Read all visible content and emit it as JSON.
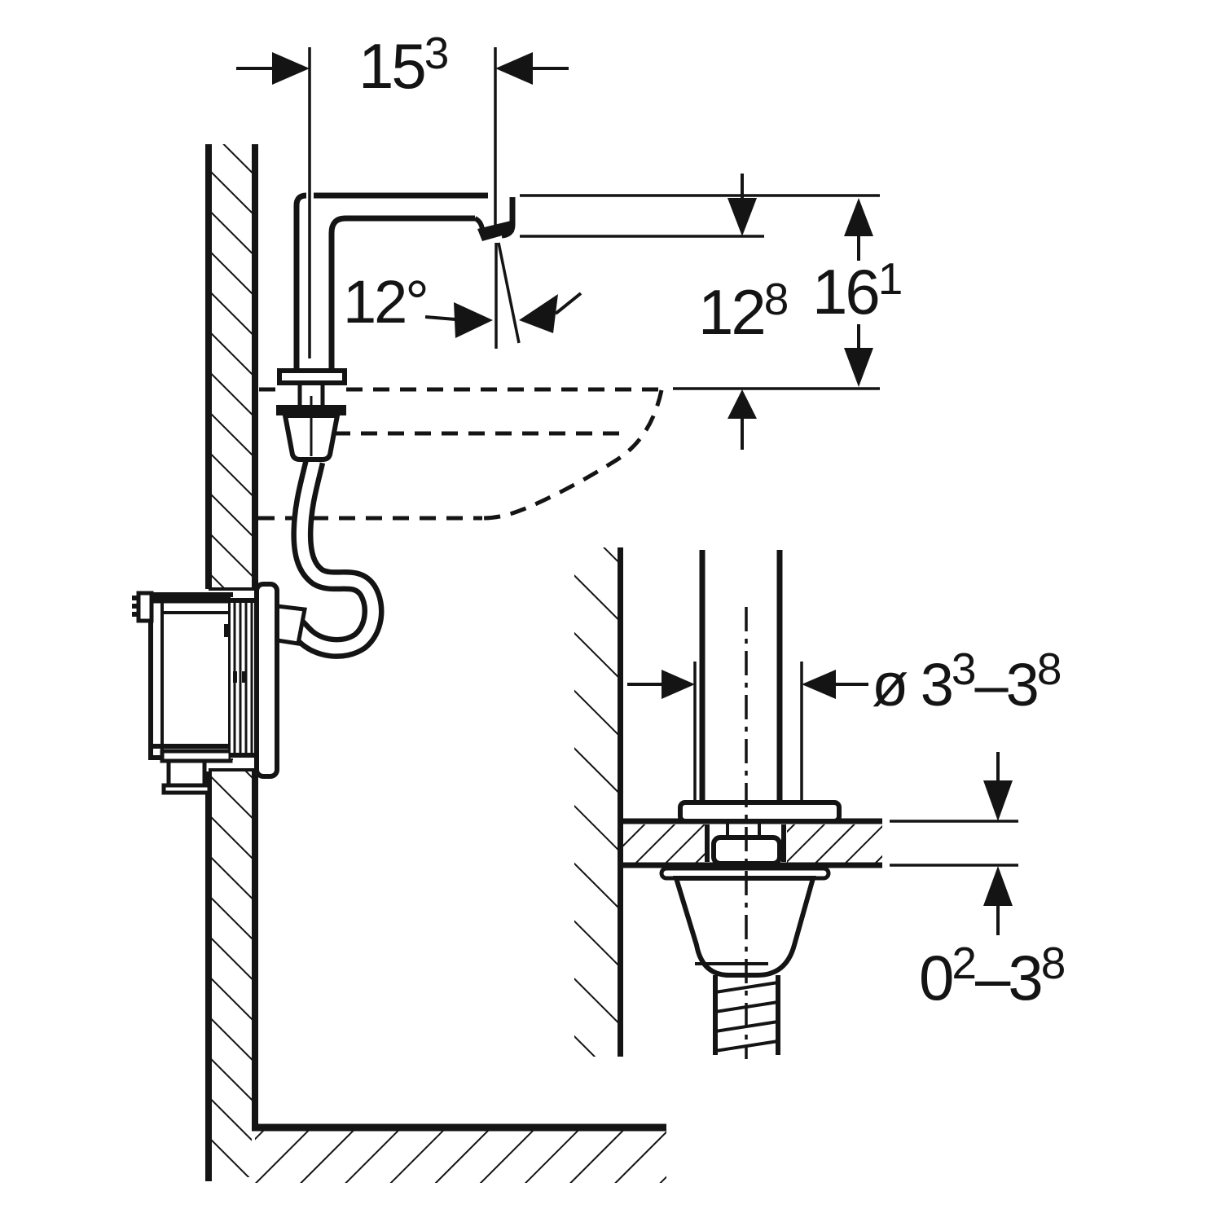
{
  "drawing": {
    "background": "#ffffff",
    "line_color": "#141414",
    "dimensions": {
      "spout_reach": {
        "value": "15",
        "sup": "3"
      },
      "spout_angle": {
        "value": "12°"
      },
      "outlet_to_rim": {
        "value": "12",
        "sup": "8"
      },
      "spout_to_rim": {
        "value": "16",
        "sup": "1"
      },
      "hole_diameter": {
        "prefix": "ø 3",
        "sup1": "3",
        "mid": "–3",
        "sup2": "8"
      },
      "deck_thickness": {
        "prefix": "0",
        "sup1": "2",
        "mid": "–3",
        "sup2": "8"
      }
    }
  }
}
